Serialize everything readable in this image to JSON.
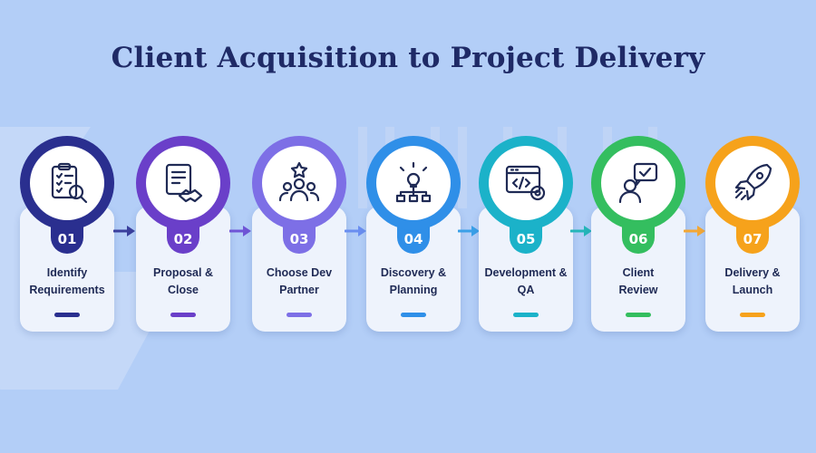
{
  "title": "Client Acquisition to Project Delivery",
  "steps": [
    {
      "number": "01",
      "line1": "Identify",
      "line2": "Requirements",
      "icon": "checklist-magnifier-icon",
      "color": "#2a2f8f"
    },
    {
      "number": "02",
      "line1": "Proposal &",
      "line2": "Close",
      "icon": "handshake-document-icon",
      "color": "#6a3fc9"
    },
    {
      "number": "03",
      "line1": "Choose Dev",
      "line2": "Partner",
      "icon": "team-star-icon",
      "color": "#7d6fe6"
    },
    {
      "number": "04",
      "line1": "Discovery &",
      "line2": "Planning",
      "icon": "lightbulb-flowchart-icon",
      "color": "#2f8fe8"
    },
    {
      "number": "05",
      "line1": "Development &",
      "line2": "QA",
      "icon": "code-window-gear-icon",
      "color": "#1bb2c9"
    },
    {
      "number": "06",
      "line1": "Client",
      "line2": "Review",
      "icon": "person-chat-check-icon",
      "color": "#34be5f"
    },
    {
      "number": "07",
      "line1": "Delivery &",
      "line2": "Launch",
      "icon": "rocket-icon",
      "color": "#f6a21b"
    }
  ],
  "arrow_colors": [
    "#3a3f9c",
    "#6f55d6",
    "#6a8ef0",
    "#3aa0e8",
    "#25b6b9",
    "#f3a735"
  ]
}
